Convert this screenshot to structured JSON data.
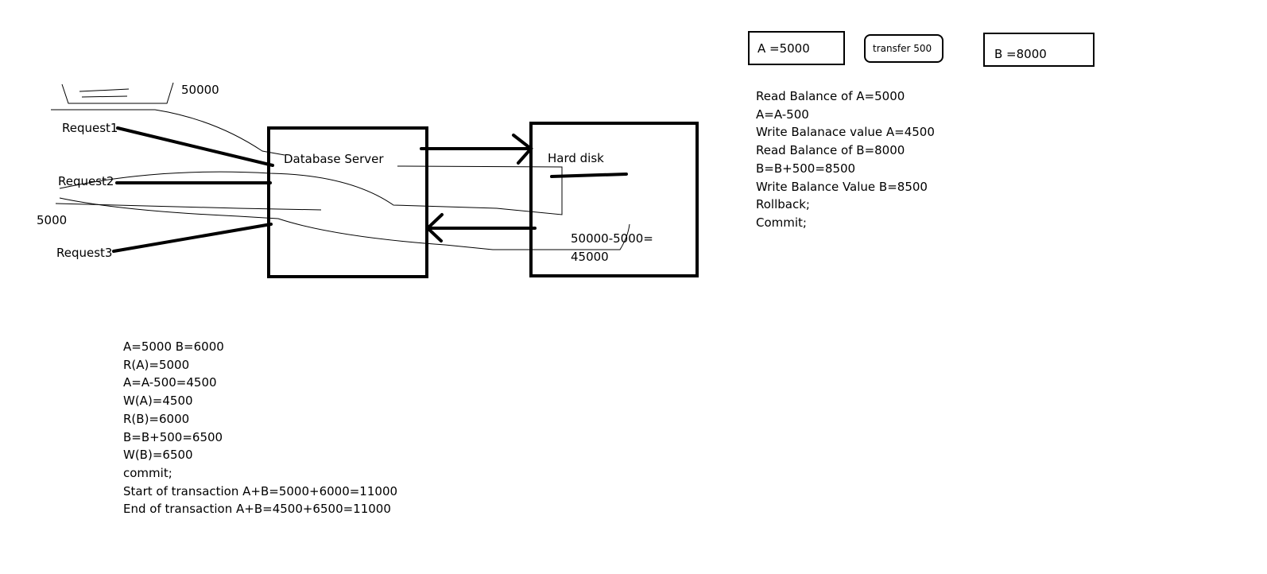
{
  "diagram": {
    "requests": [
      "Request1",
      "Request2",
      "Request3"
    ],
    "amount_top": "50000",
    "amount_left": "5000",
    "server_label": "Database Server",
    "disk_label": "Hard disk",
    "disk_calc_line1": "50000-5000=",
    "disk_calc_line2": "45000"
  },
  "accounts": {
    "a_box": "A  =5000",
    "transfer_box": "transfer 500",
    "b_box": "B =8000"
  },
  "steps_right": [
    "Read Balance of A=5000",
    "A=A-500",
    "Write Balanace value A=4500",
    "Read Balance of B=8000",
    "B=B+500=8500",
    "Write Balance Value B=8500",
    "Rollback;",
    "Commit;"
  ],
  "steps_bottom": [
    "A=5000   B=6000",
    "R(A)=5000",
    "A=A-500=4500",
    "W(A)=4500",
    "R(B)=6000",
    "B=B+500=6500",
    "W(B)=6500",
    "commit;",
    "Start of transaction A+B=5000+6000=11000",
    "End of transaction A+B=4500+6500=11000"
  ]
}
